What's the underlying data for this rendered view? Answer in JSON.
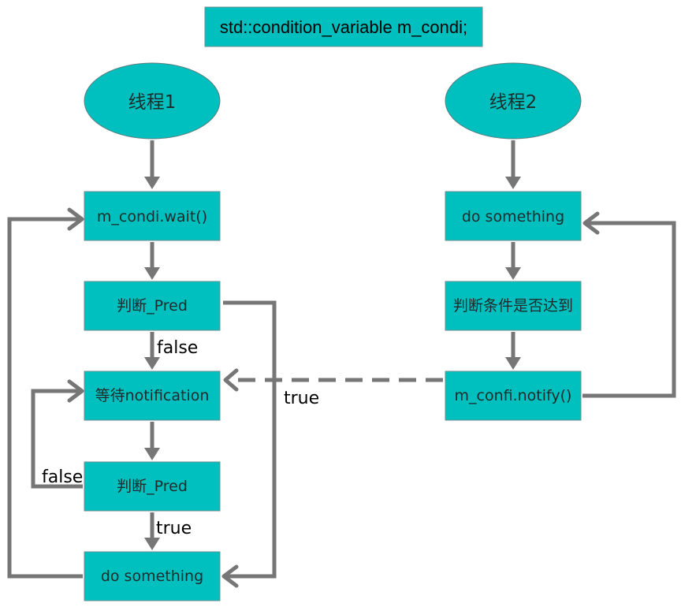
{
  "title": "std::condition_variable m_condi;",
  "thread1": {
    "label": "线程1",
    "wait": "m_condi.wait()",
    "pred1": "判断_Pred",
    "notify_wait": "等待notification",
    "pred2": "判断_Pred",
    "do_something": "do something"
  },
  "thread2": {
    "label": "线程2",
    "do_something": "do something",
    "check": "判断条件是否达到",
    "notify": "m_confi.notify()"
  },
  "edges": {
    "false1": "false",
    "true1": "true",
    "false2": "false",
    "true2": "true"
  },
  "colors": {
    "node_fill": "#00BFBF",
    "edge": "#767676"
  }
}
